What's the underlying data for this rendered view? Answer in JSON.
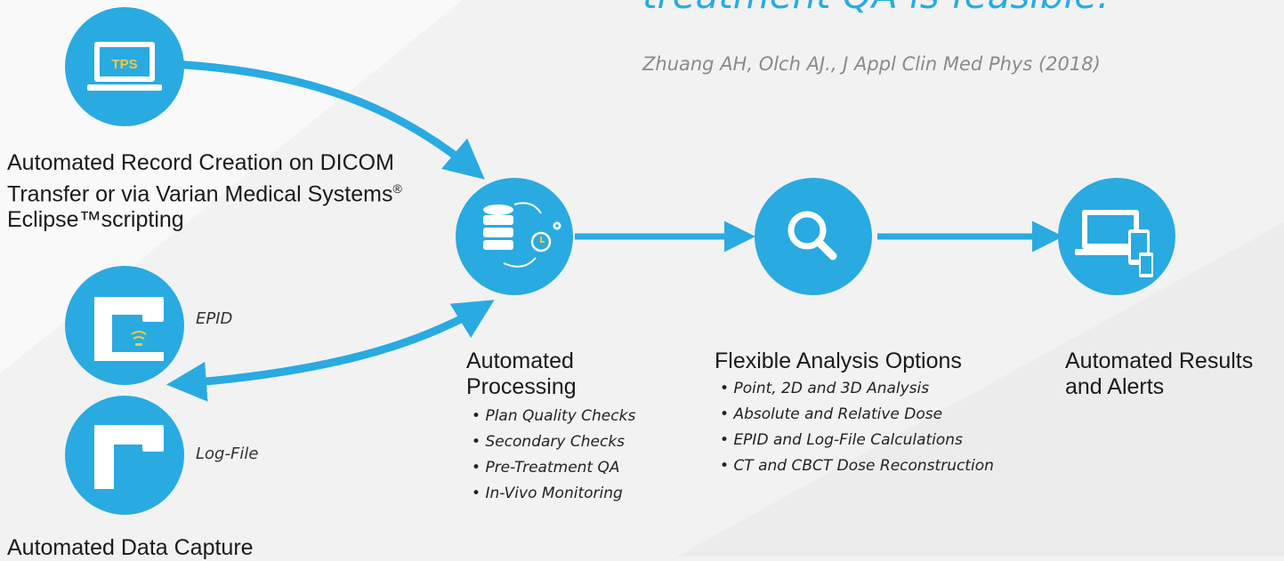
{
  "quote": {
    "text": "treatment QA is feasible."
  },
  "citation": {
    "text": "Zhuang AH, Olch AJ., J Appl Clin Med Phys (2018)"
  },
  "colors": {
    "accent": "#29abe2",
    "text": "#1a1a1a",
    "background": "#f2f2f2"
  },
  "tps": {
    "icon": "tps-laptop-icon",
    "badge": "TPS",
    "caption": [
      "Automated Record Creation on DICOM",
      "Transfer or via Varian Medical Systems",
      "Eclipse™scripting"
    ],
    "registered": "®"
  },
  "epid": {
    "icon": "epid-icon",
    "label": "EPID"
  },
  "logfile": {
    "icon": "log-file-icon",
    "label": "Log-File"
  },
  "capture": {
    "caption": "Automated Data Capture"
  },
  "processing": {
    "icon": "database-process-icon",
    "title": [
      "Automated",
      "Processing"
    ],
    "bullets": [
      "Plan Quality Checks",
      "Secondary Checks",
      "Pre-Treatment QA",
      "In-Vivo Monitoring"
    ]
  },
  "analysis": {
    "icon": "magnifier-icon",
    "title": "Flexible Analysis Options",
    "bullets": [
      "Point, 2D and 3D Analysis",
      "Absolute and Relative Dose",
      "EPID and Log-File Calculations",
      "CT and CBCT Dose Reconstruction"
    ]
  },
  "results": {
    "icon": "devices-icon",
    "title": [
      "Automated Results",
      "and Alerts"
    ]
  }
}
